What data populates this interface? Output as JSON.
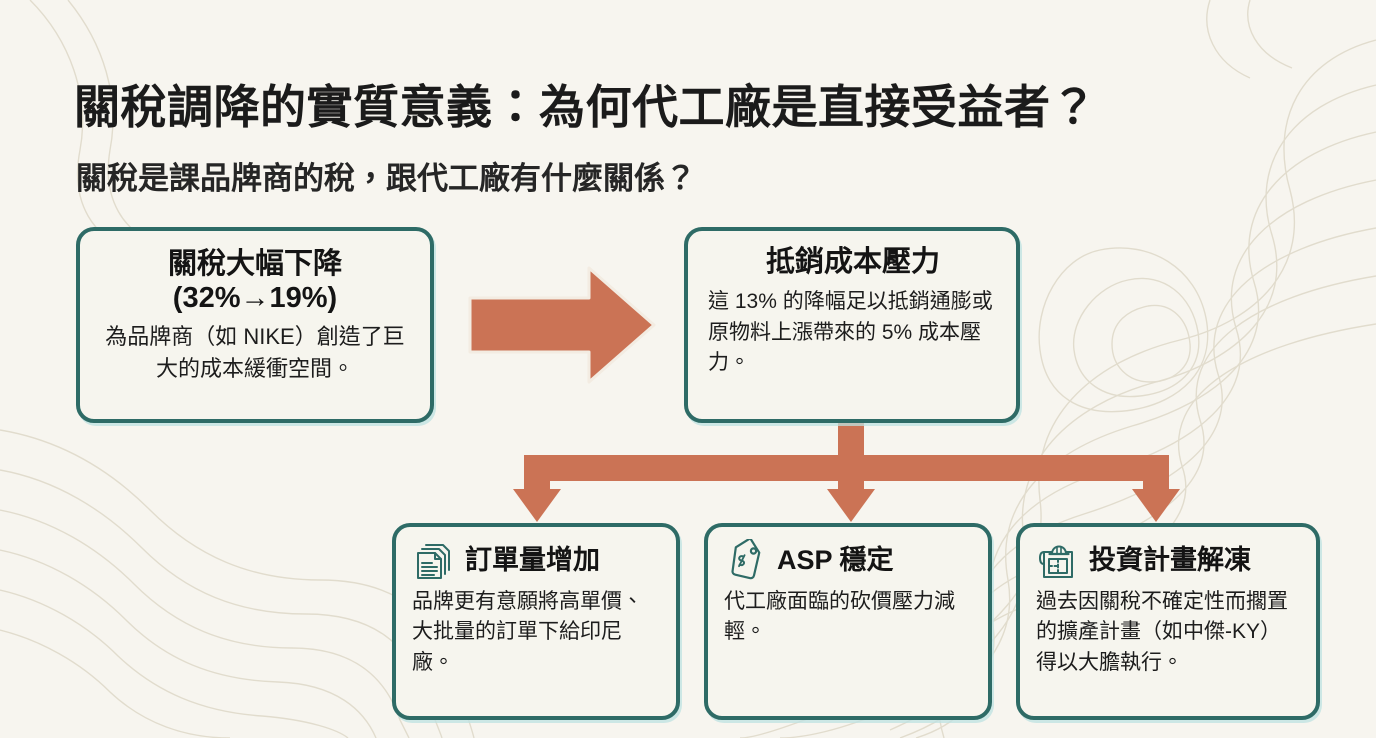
{
  "page": {
    "title": "關稅調降的實質意義：為何代工廠是直接受益者？",
    "subtitle": "關稅是課品牌商的稅，跟代工廠有什麼關係？",
    "background_color": "#f7f5ef",
    "box_border_color": "#2e6b66",
    "box_fill_color": "#f6f5ee",
    "arrow_color": "#cb7355",
    "icon_color": "#2e6b66"
  },
  "flow": {
    "primary": [
      {
        "id": "tariff-drop",
        "title_line1": "關稅大幅下降",
        "title_line2": "(32%→19%)",
        "body": "為品牌商（如 NIKE）創造了巨大的成本緩衝空間。"
      },
      {
        "id": "offset-cost",
        "title": "抵銷成本壓力",
        "body": "這 13% 的降幅足以抵銷通膨或原物料上漲帶來的 5% 成本壓力。"
      }
    ],
    "outcomes": [
      {
        "id": "orders",
        "icon": "documents-stack-icon",
        "title": "訂單量增加",
        "body": "品牌更有意願將高單價、大批量的訂單下給印尼廠。"
      },
      {
        "id": "asp",
        "icon": "price-tag-icon",
        "title": "ASP 穩定",
        "body": "代工廠面臨的砍價壓力減輕。"
      },
      {
        "id": "capex",
        "icon": "blueprint-hardhat-icon",
        "title": "投資計畫解凍",
        "body": "過去因關稅不確定性而擱置的擴產計畫（如中傑-KY）得以大膽執行。"
      }
    ],
    "connectors": [
      {
        "id": "arrow-right-main",
        "type": "horizontal-arrow",
        "from": "tariff-drop",
        "to": "offset-cost"
      },
      {
        "id": "arrow-branch",
        "type": "branching-arrow",
        "from": "offset-cost",
        "to": "orders,asp,capex"
      }
    ]
  }
}
